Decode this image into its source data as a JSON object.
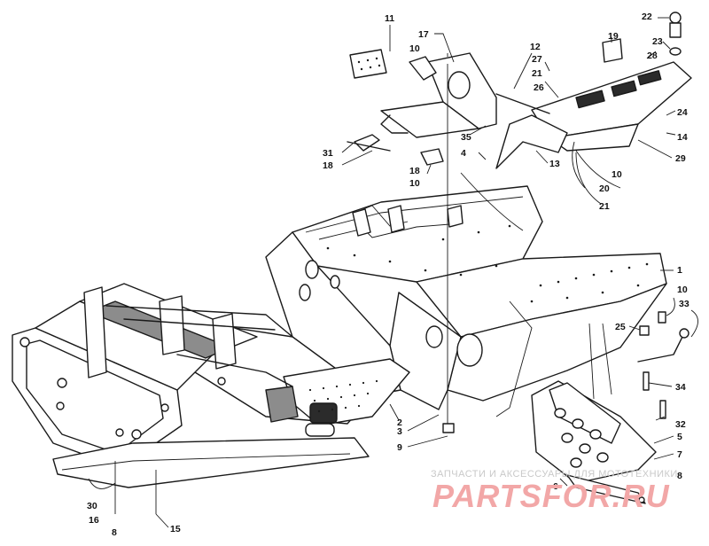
{
  "diagram": {
    "callouts": [
      {
        "id": "c11",
        "text": "11"
      },
      {
        "id": "c17",
        "text": "17"
      },
      {
        "id": "c10a",
        "text": "10"
      },
      {
        "id": "c12",
        "text": "12"
      },
      {
        "id": "c27",
        "text": "27"
      },
      {
        "id": "c21a",
        "text": "21"
      },
      {
        "id": "c26",
        "text": "26"
      },
      {
        "id": "c19",
        "text": "19"
      },
      {
        "id": "c22",
        "text": "22"
      },
      {
        "id": "c23",
        "text": "23"
      },
      {
        "id": "c28",
        "text": "28"
      },
      {
        "id": "c24",
        "text": "24"
      },
      {
        "id": "c14",
        "text": "14"
      },
      {
        "id": "c29",
        "text": "29"
      },
      {
        "id": "c31",
        "text": "31"
      },
      {
        "id": "c18a",
        "text": "18"
      },
      {
        "id": "c18b",
        "text": "18"
      },
      {
        "id": "c10b",
        "text": "10"
      },
      {
        "id": "c35",
        "text": "35"
      },
      {
        "id": "c4",
        "text": "4"
      },
      {
        "id": "c13",
        "text": "13"
      },
      {
        "id": "c10c",
        "text": "10"
      },
      {
        "id": "c20",
        "text": "20"
      },
      {
        "id": "c21b",
        "text": "21"
      },
      {
        "id": "c1",
        "text": "1"
      },
      {
        "id": "c10d",
        "text": "10"
      },
      {
        "id": "c33",
        "text": "33"
      },
      {
        "id": "c25",
        "text": "25"
      },
      {
        "id": "c34",
        "text": "34"
      },
      {
        "id": "c2",
        "text": "2"
      },
      {
        "id": "c3",
        "text": "3"
      },
      {
        "id": "c9",
        "text": "9"
      },
      {
        "id": "c32",
        "text": "32"
      },
      {
        "id": "c5",
        "text": "5"
      },
      {
        "id": "c7",
        "text": "7"
      },
      {
        "id": "c8a",
        "text": "8"
      },
      {
        "id": "c6",
        "text": "6"
      },
      {
        "id": "c30",
        "text": "30"
      },
      {
        "id": "c16",
        "text": "16"
      },
      {
        "id": "c8b",
        "text": "8"
      },
      {
        "id": "c15",
        "text": "15"
      }
    ]
  },
  "watermark": {
    "caption": "ЗАПЧАСТИ И АКСЕССУАРЫ ДЛЯ МОТОТЕХНИКИ",
    "brand": "PARTSFOR.RU",
    "brand_color": "#e35b5b"
  }
}
